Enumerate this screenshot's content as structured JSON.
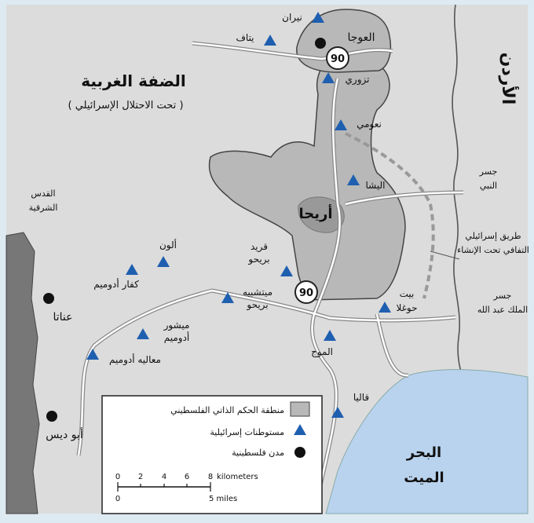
{
  "regions": {
    "west_bank_title": "الضفة الغربية",
    "west_bank_subtitle": "( تحت الاحتلال الإسرائيلي )",
    "jordan": "الأردن",
    "dead_sea_line1": "البحر",
    "dead_sea_line2": "الميت"
  },
  "cities": {
    "ouja": "العوجا",
    "jericho": "أريحا",
    "anata": "عناتا",
    "abu_dis": "أبو ديس",
    "east_jerusalem_line1": "القدس",
    "east_jerusalem_line2": "الشرقية"
  },
  "settlements": {
    "niran": "نيران",
    "yitav": "يتاف",
    "tomer": "تزوري",
    "naomi": "نعومي",
    "yitav2": "اليشا",
    "alon": "ألون",
    "kfar_adumim": "كفار أدوميم",
    "mitzpe_jericho_line1": "قريد",
    "mitzpe_jericho_line2": "بريحو",
    "mishor_jericho_line1": "ميتشبيه",
    "mishor_jericho_line2": "بريحو",
    "mishor_adumim_line1": "ميشور",
    "mishor_adumim_line2": "أدوميم",
    "maale_adumim": "معاليه أدوميم",
    "beit_haarava_line1": "بيت",
    "beit_haarava_line2": "حوغلا",
    "almog": "الموج",
    "kalia": "قاليا"
  },
  "crossings": {
    "prophet_bridge_line1": "جسر",
    "prophet_bridge_line2": "النبي",
    "israeli_road_line1": "طريق إسرائيلي",
    "israeli_road_line2": "التفافي تحت الإنشاء",
    "king_bridge_line1": "جسر",
    "king_bridge_line2": "الملك عبد الله"
  },
  "roads": {
    "route_90_a": "90",
    "route_90_b": "90"
  },
  "legend": {
    "autonomy": "منطقة الحكم الذاتي الفلسطيني",
    "settlements": "مستوطنات إسرائيلية",
    "cities": "مدن فلسطينية",
    "scale_km_ticks": [
      "0",
      "2",
      "4",
      "6",
      "8"
    ],
    "scale_km_unit": "kilometers",
    "scale_mi_start": "0",
    "scale_mi_label": "5 miles"
  },
  "colors": {
    "water": "#b9d3ee",
    "land": "#dcdcdc",
    "autonomy": "#b8b8b8",
    "jericho_core": "#999999",
    "dark_land": "#777777",
    "settlement": "#1f5fb0",
    "city": "#111111",
    "frame": "#ddeaf2"
  }
}
